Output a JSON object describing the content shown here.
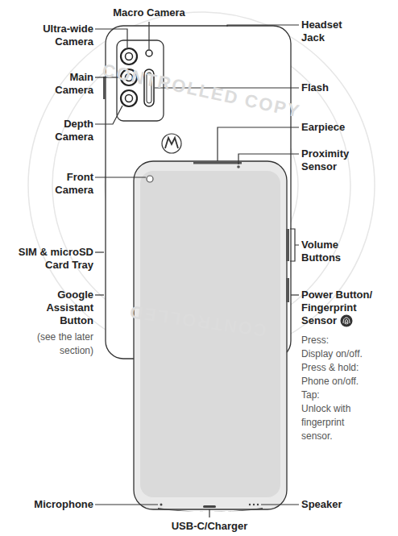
{
  "diagram": {
    "labels": [
      "Macro Camera",
      "Ultra-wide Camera",
      "Headset Jack",
      "Main Camera",
      "Flash",
      "Depth Camera",
      "Earpiece",
      "Proximity Sensor",
      "Front Camera",
      "SIM & microSD Card Tray",
      "Volume Buttons",
      "Google Assistant Button",
      "Power Button/ Fingerprint Sensor",
      "(see the later section)",
      "Press:",
      "Display on/off.",
      "Press & hold:",
      "Phone on/off.",
      "Tap:",
      "Unlock with fingerprint sensor.",
      "Microphone",
      "USB-C/Charger",
      "Speaker",
      "CONTROLLED COPY",
      "CONTROLLED"
    ]
  }
}
